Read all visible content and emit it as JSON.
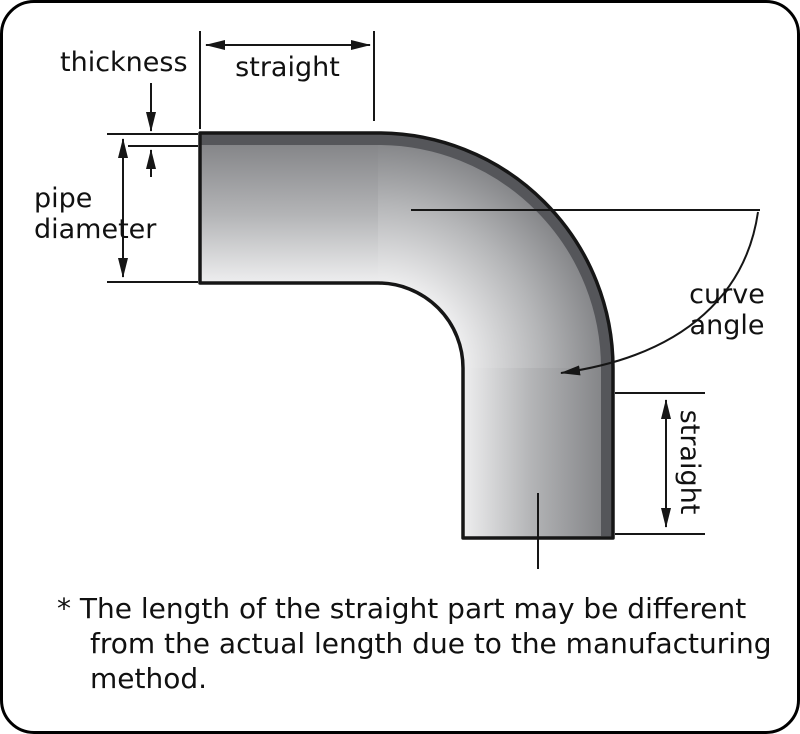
{
  "page": {
    "bg": "#ffffff",
    "border_color": "#000000"
  },
  "diagram": {
    "labels": {
      "thickness": "thickness",
      "straight_top": "straight",
      "pipe_line1": "pipe",
      "pipe_line2": "diameter",
      "curve_line1": "curve",
      "curve_line2": "angle",
      "straight_right": "straight"
    },
    "colors": {
      "outline": "#161616",
      "dimension": "#161616",
      "wall_band": "#55565a",
      "pipe_light": "#eeeeef",
      "pipe_mid": "#b4b5b7",
      "pipe_dark": "#7d7e81"
    }
  },
  "footnote": {
    "lines": [
      "* The length of the straight part may be different",
      "from the actual length due to the manufacturing",
      "method."
    ]
  }
}
